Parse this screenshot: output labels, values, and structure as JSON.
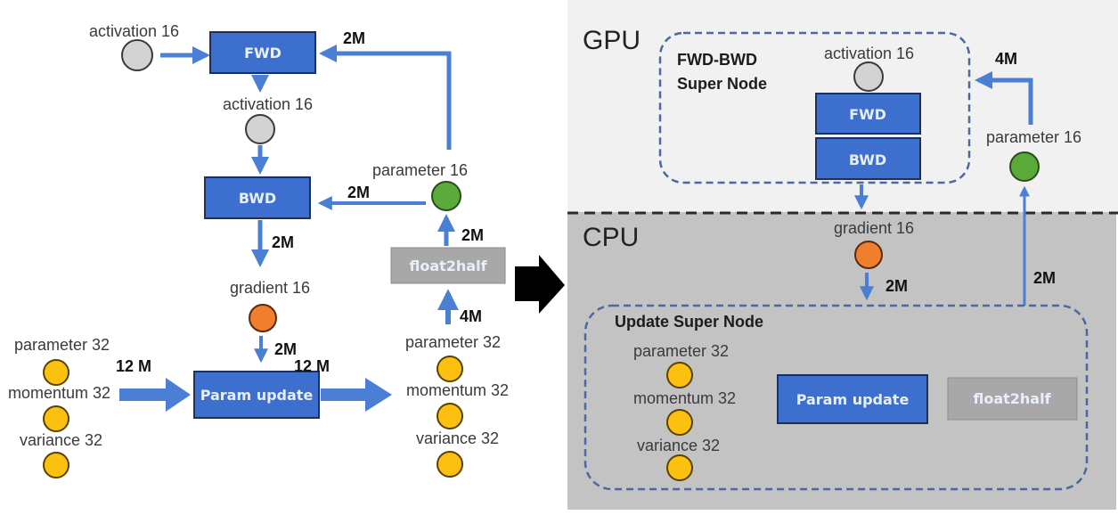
{
  "colors": {
    "op_box": "#3d6fcf",
    "op_box_border": "#1d2f5a",
    "cast_box": "#a8a8a8",
    "arrow": "#4a7fd3",
    "activation": "#d3d3d3",
    "parameter16": "#5aaa3a",
    "gradient": "#ef7f2d",
    "fp32_state": "#fcc010",
    "gpu_bg": "#f1f1f1",
    "cpu_bg": "#c3c3c3",
    "supernode_border": "#4c67a3"
  },
  "left_graph": {
    "fwd_box": "FWD",
    "bwd_box": "BWD",
    "param_update_box": "Param update",
    "float2half_box": "float2half",
    "activation_in_label": "activation 16",
    "activation_mid_label": "activation 16",
    "parameter16_label": "parameter 16",
    "gradient_label": "gradient 16",
    "inputs": [
      "parameter 32",
      "momentum 32",
      "variance 32"
    ],
    "outputs": [
      "parameter 32",
      "momentum 32",
      "variance 32"
    ],
    "edges": {
      "param16_to_fwd": "2M",
      "param16_to_bwd": "2M",
      "bwd_to_gradient": "2M",
      "gradient_to_update": "2M",
      "states_to_update": "12 M",
      "update_to_states": "12 M",
      "param32_to_float2half": "4M",
      "float2half_to_param16": "2M"
    }
  },
  "transform_arrow": "right-arrow",
  "right_graph": {
    "gpu_label": "GPU",
    "cpu_label": "CPU",
    "fwd_bwd_supernode_title": [
      "FWD-BWD",
      "Super Node"
    ],
    "activation_label": "activation 16",
    "fwd_box": "FWD",
    "bwd_box": "BWD",
    "parameter16_label": "parameter 16",
    "gradient_label": "gradient 16",
    "update_supernode_title": "Update Super Node",
    "states": [
      "parameter 32",
      "momentum 32",
      "variance 32"
    ],
    "param_update_box": "Param update",
    "float2half_box": "float2half",
    "edges": {
      "param16_to_fwd_bwd": "4M",
      "gradient_to_update": "2M",
      "update_to_param16": "2M"
    }
  }
}
